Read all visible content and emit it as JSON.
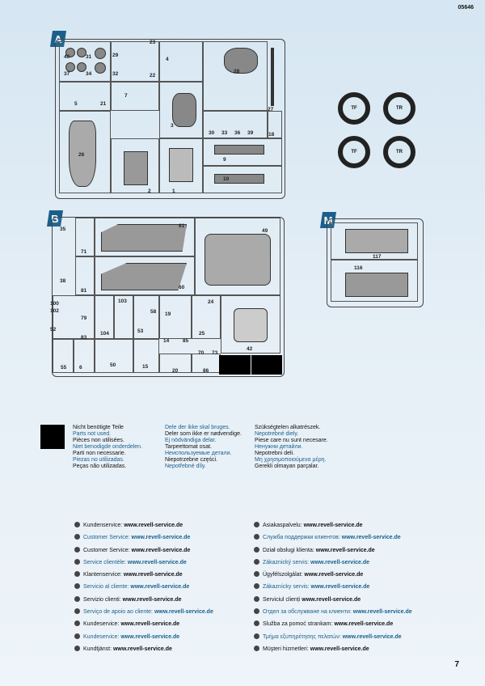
{
  "doc_number": "05646",
  "page_number": "7",
  "sprue_a": {
    "label": "A",
    "parts": [
      "40",
      "37",
      "31",
      "34",
      "29",
      "32",
      "23",
      "22",
      "4",
      "28",
      "27",
      "5",
      "21",
      "7",
      "3",
      "30",
      "33",
      "36",
      "39",
      "18",
      "26",
      "2",
      "1",
      "9",
      "10"
    ]
  },
  "sprue_b": {
    "label": "B",
    "parts": [
      "35",
      "38",
      "71",
      "81",
      "61",
      "60",
      "49",
      "100",
      "102",
      "79",
      "52",
      "83",
      "104",
      "103",
      "58",
      "53",
      "19",
      "24",
      "14",
      "85",
      "25",
      "42",
      "55",
      "6",
      "50",
      "15",
      "20",
      "70",
      "73",
      "86"
    ]
  },
  "sprue_m": {
    "label": "M",
    "parts": [
      "117",
      "116"
    ]
  },
  "tires": [
    "TF",
    "TR",
    "TF",
    "TR"
  ],
  "legend": {
    "col1": [
      "Nicht benötigte Teile",
      "Parts not used.",
      "Pièces non utilisées.",
      "Niet benodigde onderdelen.",
      "Parti non necessarie.",
      "Piezas no utilizadas.",
      "Peças não utilizadas."
    ],
    "col2": [
      "Dele der ikke skal bruges.",
      "Deler som ikke er nødvendige.",
      "Ej nödvändiga delar.",
      "Tarpeettomat osat.",
      "Неиспользуемые детали.",
      "Niepotrzebne części.",
      "Nepotřebné díly."
    ],
    "col3": [
      "Szükségtelen alkatrészek.",
      "Nepotrebné diely.",
      "Piese care nu sunt necesare.",
      "Ненужни детайли.",
      "Nepotrebni deli.",
      "Μη χρησιμοποιούμενα μέρη.",
      "Gerekli olmayan parçalar."
    ]
  },
  "service": {
    "left": [
      {
        "label": "Kundenservice:",
        "url": "www.revell-service.de"
      },
      {
        "label": "Customer Service:",
        "url": "www.revell-service.de"
      },
      {
        "label": "Customer Service:",
        "url": "www.revell-service.de"
      },
      {
        "label": "Service clientèle:",
        "url": "www.revell-service.de"
      },
      {
        "label": "Klantenservice:",
        "url": "www.revell-service.de"
      },
      {
        "label": "Servicio al cliente:",
        "url": "www.revell-service.de"
      },
      {
        "label": "Servizio clienti:",
        "url": "www.revell-service.de"
      },
      {
        "label": "Serviço de apoio ao cliente:",
        "url": "www.revell-service.de"
      },
      {
        "label": "Kundeservice:",
        "url": "www.revell-service.de"
      },
      {
        "label": "Kundeservice:",
        "url": "www.revell-service.de"
      },
      {
        "label": "Kundtjänst:",
        "url": "www.revell-service.de"
      }
    ],
    "right": [
      {
        "label": "Asiakaspalvelu:",
        "url": "www.revell-service.de"
      },
      {
        "label": "Служба поддержки клиентов:",
        "url": "www.revell-service.de"
      },
      {
        "label": "Dział obsługi klienta:",
        "url": "www.revell-service.de"
      },
      {
        "label": "Zákaznický servis:",
        "url": "www.revell-service.de"
      },
      {
        "label": "Ügyfélszolgálat:",
        "url": "www.revell-service.de"
      },
      {
        "label": "Zákaznícky servis:",
        "url": "www.revell-service.de"
      },
      {
        "label": "Serviciul clienți",
        "url": "www.revell-service.de"
      },
      {
        "label": "Отдел за обслужване на клиенти:",
        "url": "www.revell-service.de"
      },
      {
        "label": "Služba za pomoć strankam:",
        "url": "www.revell-service.de"
      },
      {
        "label": "Τμήμα εξυπηρέτησης πελατών:",
        "url": "www.revell-service.de"
      },
      {
        "label": "Müşteri hizmetleri:",
        "url": "www.revell-service.de"
      }
    ]
  },
  "colors": {
    "badge": "#1a5f8c",
    "accent_text": "#1a5f8c",
    "unused_marker": "#000000"
  }
}
